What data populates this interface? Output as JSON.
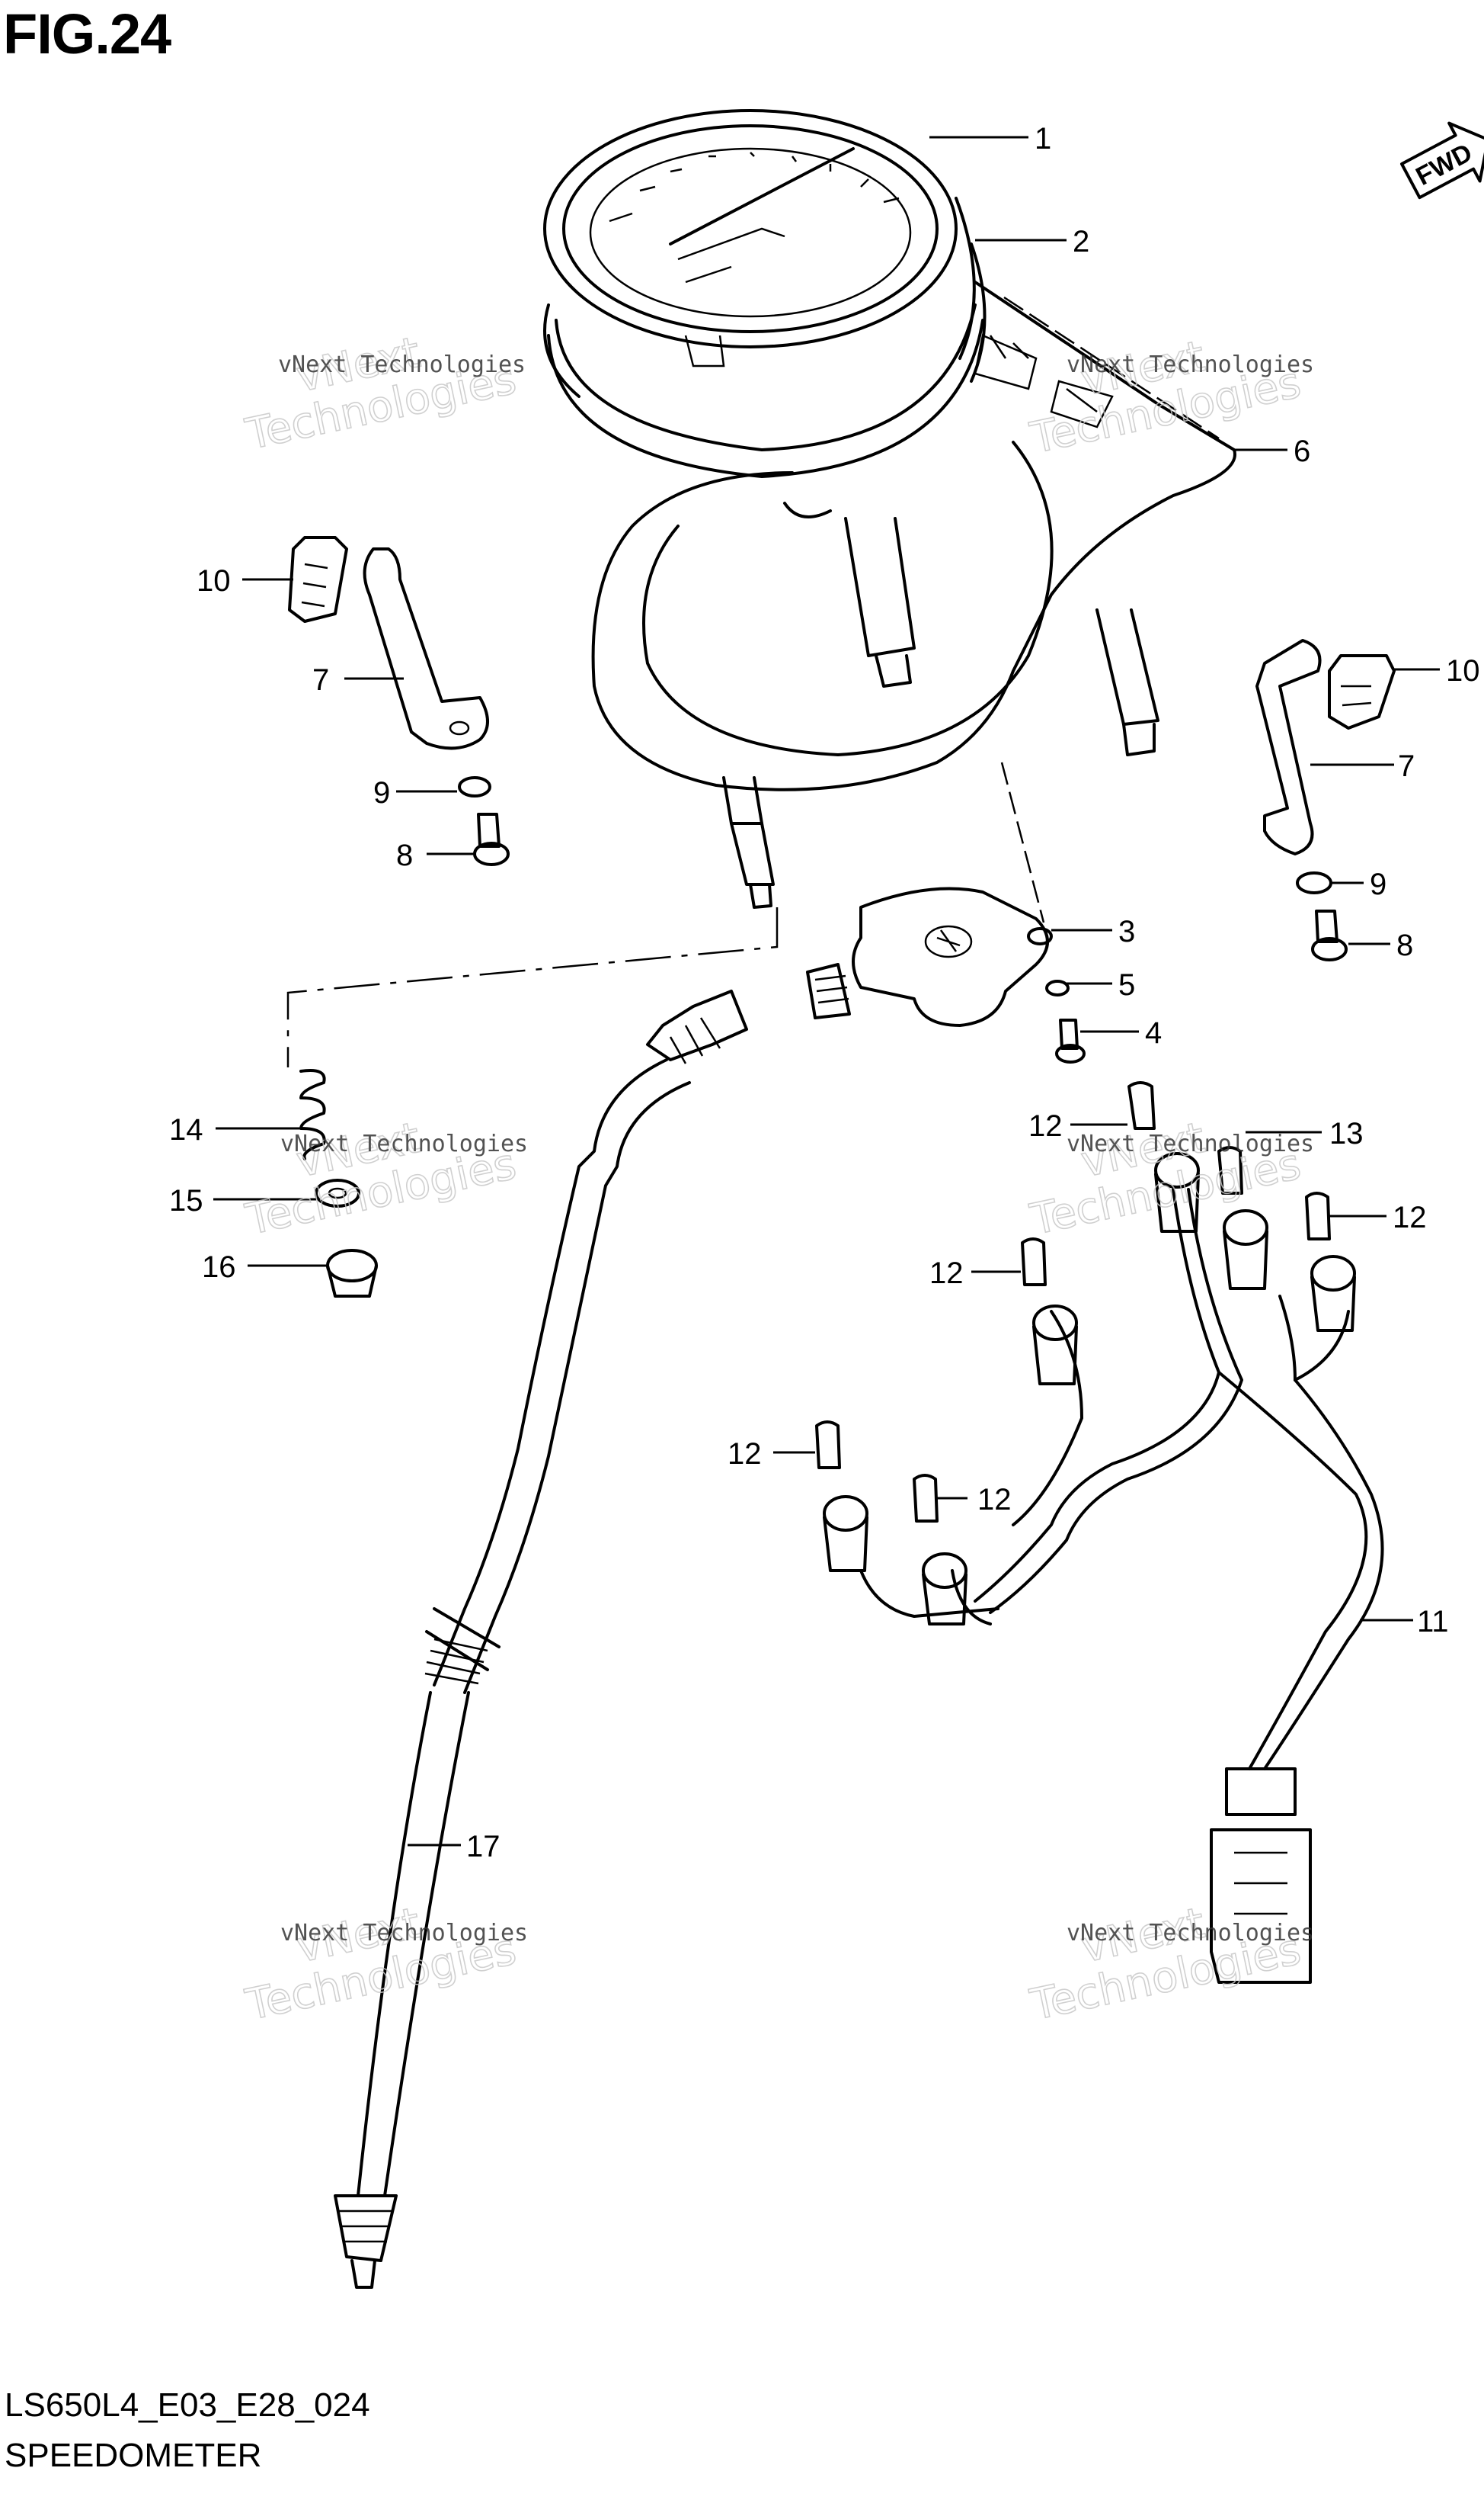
{
  "figure": {
    "title": "FIG.24",
    "code": "LS650L4_E03_E28_024",
    "name": "SPEEDOMETER",
    "fwd_label": "FWD"
  },
  "watermark": {
    "small": "vNext Technologies",
    "big_top": "vNext",
    "big_bottom": "Technologies"
  },
  "callouts": [
    "1",
    "2",
    "6",
    "10",
    "7",
    "9",
    "8",
    "10",
    "7",
    "9",
    "8",
    "3",
    "5",
    "4",
    "14",
    "15",
    "16",
    "12",
    "13",
    "12",
    "12",
    "12",
    "12",
    "11",
    "17"
  ]
}
